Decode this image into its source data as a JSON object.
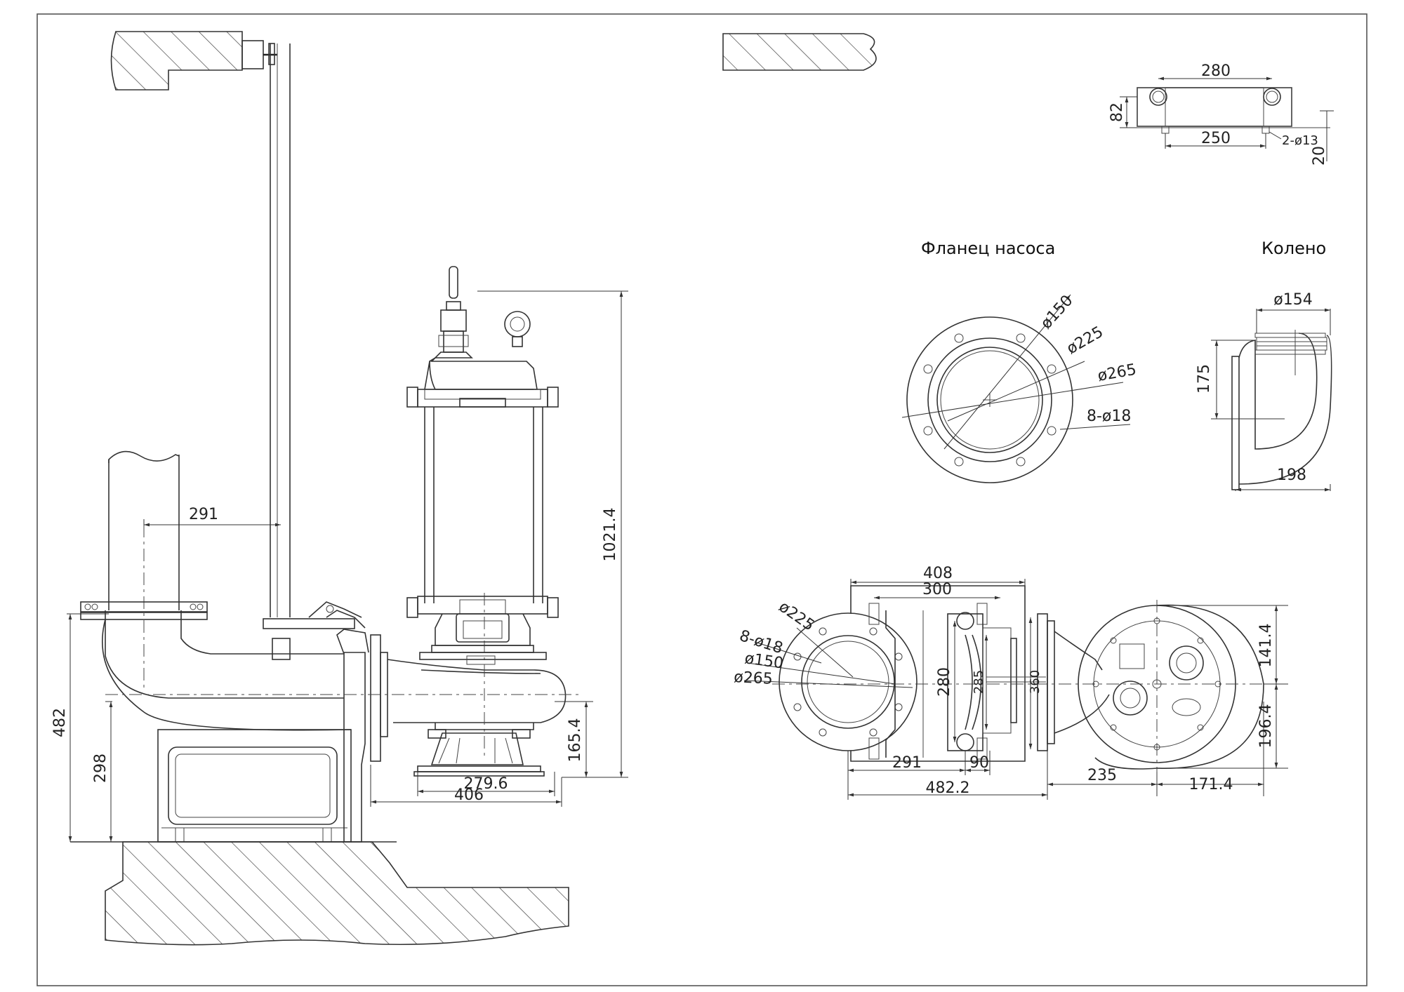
{
  "labels": {
    "flange_title": "Фланец насоса",
    "elbow_title": "Колено"
  },
  "dims": {
    "d291": "291",
    "d1021": "1021.4",
    "d482": "482",
    "d298": "298",
    "d165": "165.4",
    "d279": "279.6",
    "d406": "406",
    "d280_top": "280",
    "d82": "82",
    "d250": "250",
    "d2x13": "2-ø13",
    "d20": "20",
    "f150": "ø150",
    "f225": "ø225",
    "f265": "ø265",
    "f8x18": "8-ø18",
    "e154": "ø154",
    "e175": "175",
    "e198": "198",
    "p408": "408",
    "p300": "300",
    "p225": "ø225",
    "p8x18": "8-ø18",
    "p150": "ø150",
    "p265": "ø265",
    "p280": "280",
    "p285": "285",
    "p360": "360",
    "p291": "291",
    "p90": "90",
    "p482": "482.2",
    "p235": "235",
    "p171": "171.4",
    "p141": "141.4",
    "p196": "196.4"
  }
}
